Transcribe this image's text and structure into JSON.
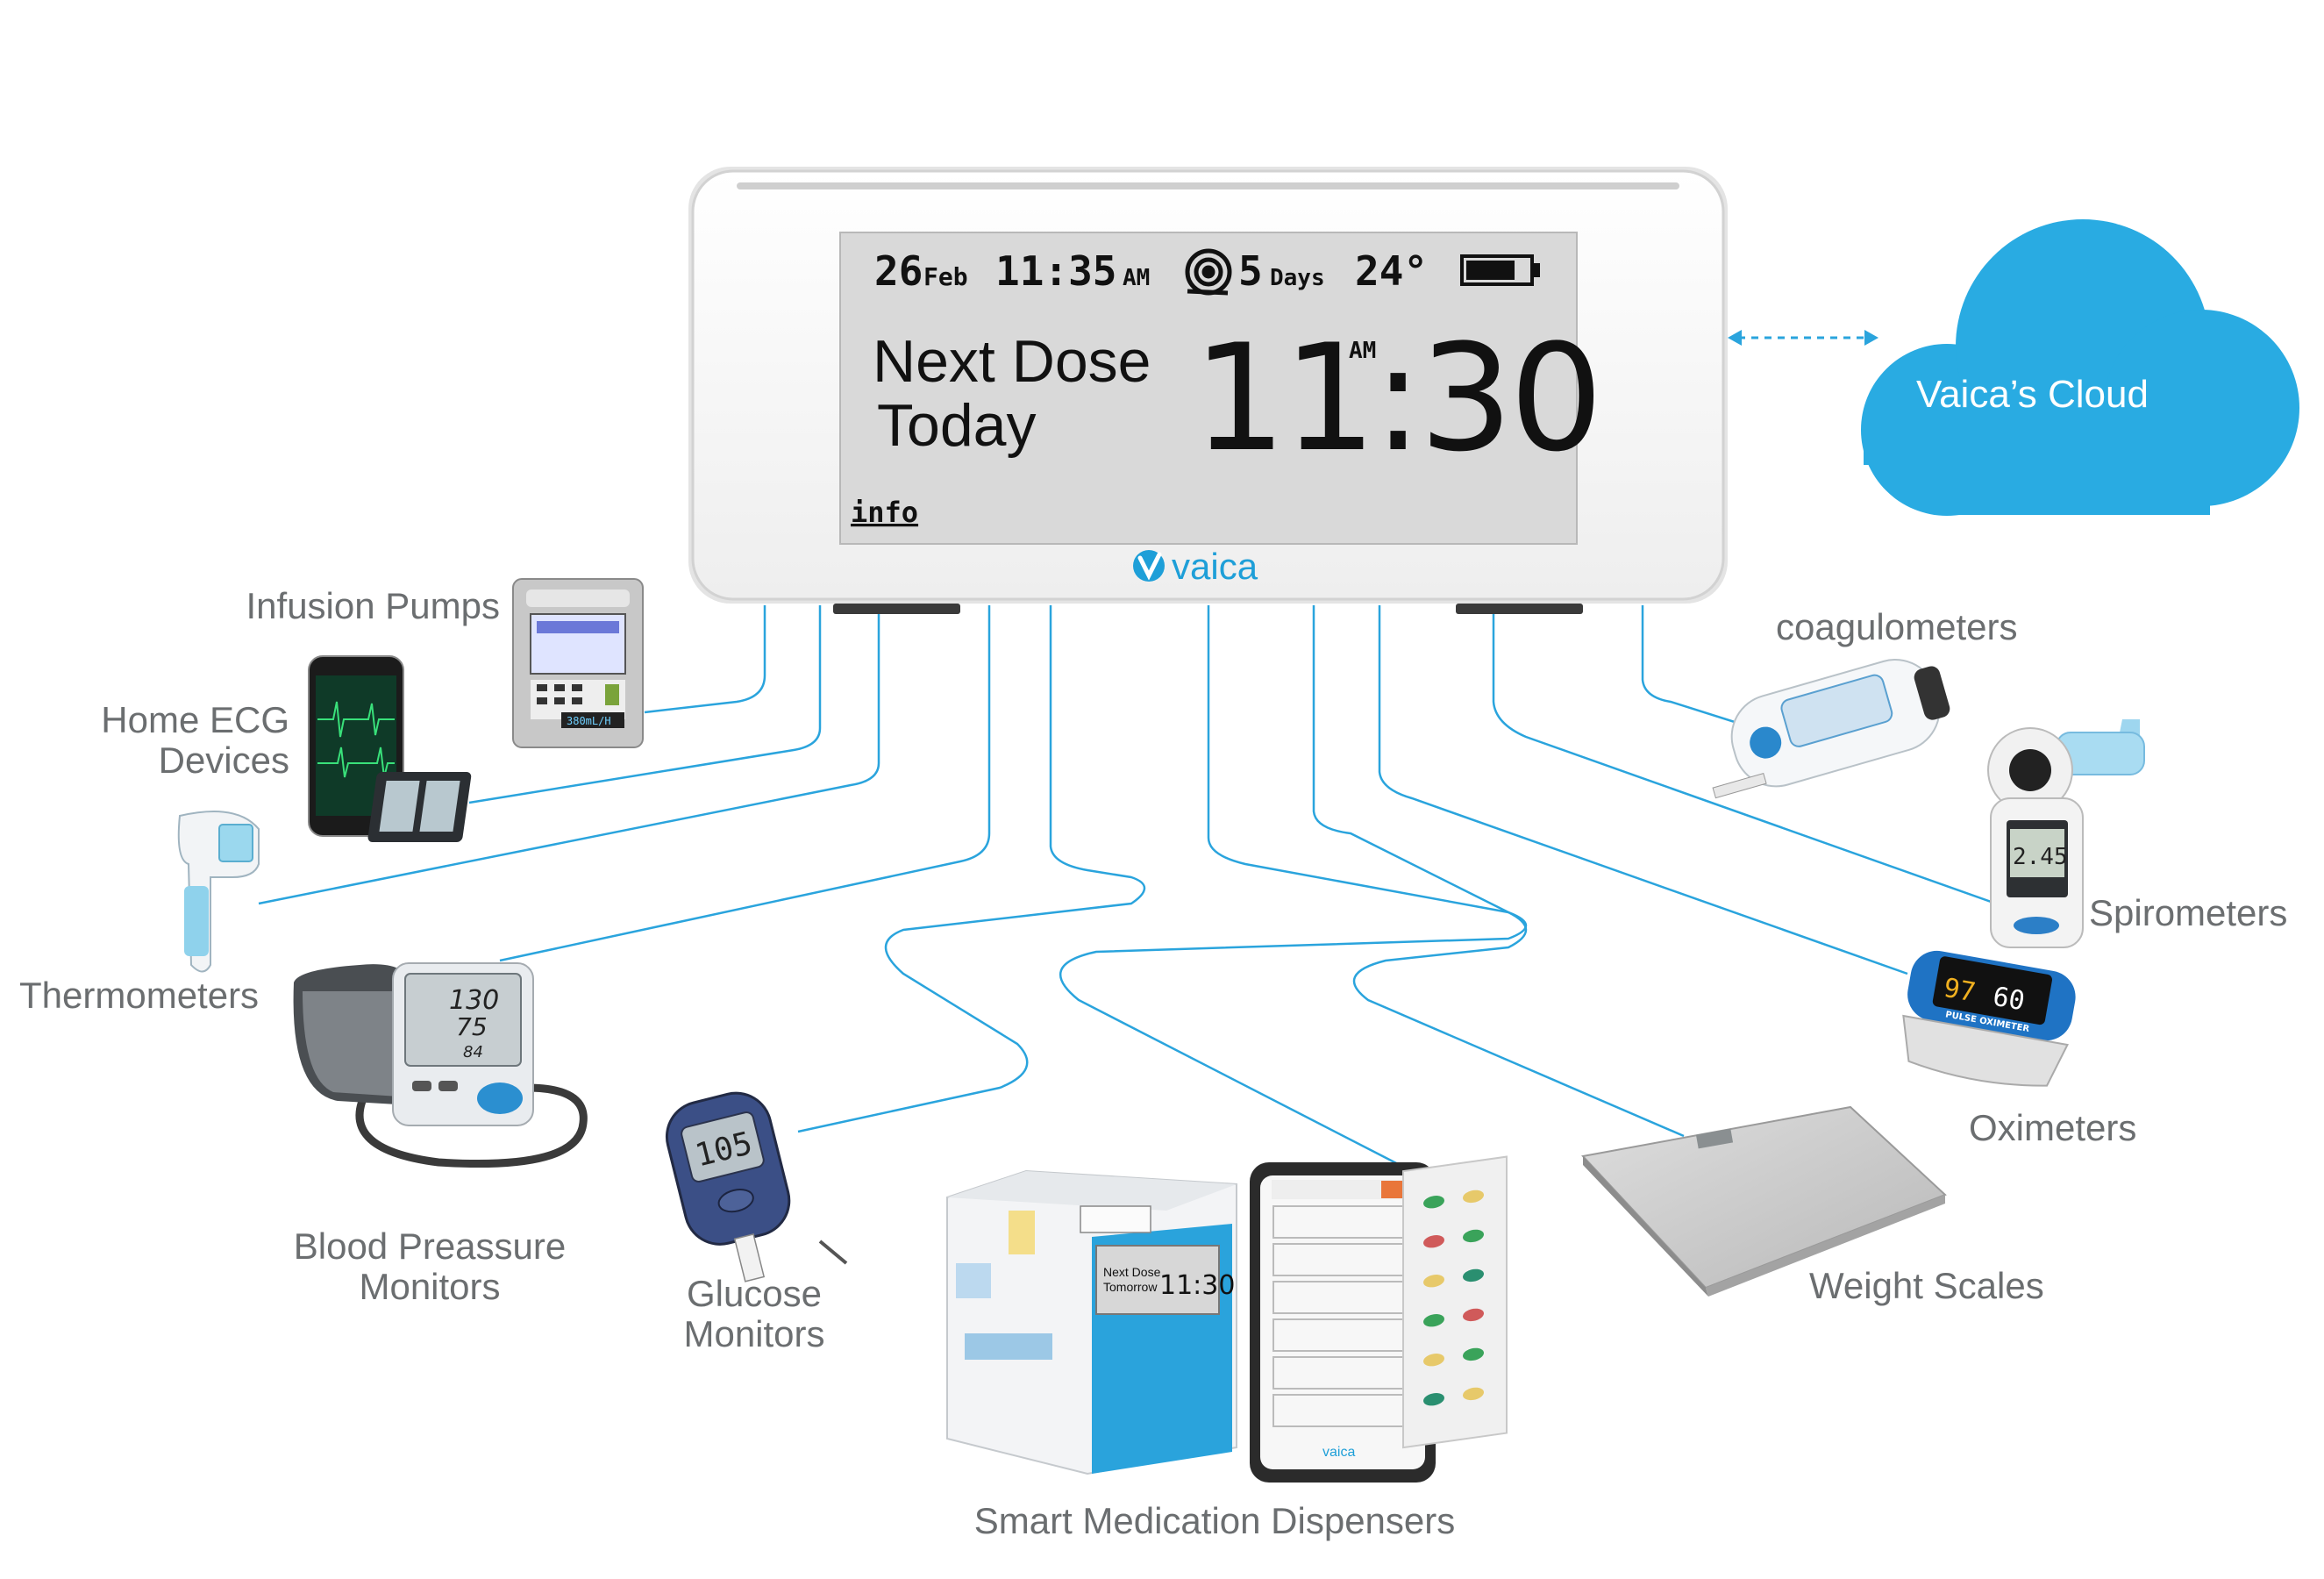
{
  "hub": {
    "date_day": "26",
    "date_month": "Feb",
    "time": "11:35",
    "time_suffix": "AM",
    "days_count": "5",
    "days_label": "Days",
    "temperature": "24°",
    "next_dose_line1": "Next Dose",
    "next_dose_line2": "Today",
    "dose_time": "11:30",
    "dose_ampm": "AM",
    "info_label": "info",
    "brand": "vaica"
  },
  "cloud": {
    "label": "Vaica’s Cloud"
  },
  "devices": {
    "infusion_pumps": "Infusion Pumps",
    "home_ecg_1": "Home ECG",
    "home_ecg_2": "Devices",
    "thermometers": "Thermometers",
    "bp_1": "Blood Preassure",
    "bp_2": "Monitors",
    "glucose_1": "Glucose",
    "glucose_2": "Monitors",
    "dispensers": "Smart Medication Dispensers",
    "coagulometers": "coagulometers",
    "spirometers": "Spirometers",
    "oximeters": "Oximeters",
    "weight_scales": "Weight Scales"
  },
  "mini_displays": {
    "bp_sys": "130",
    "bp_dia": "75",
    "bp_pulse": "84",
    "glucose_value": "105",
    "spiro_value": "2.45",
    "oxi_spo2": "97",
    "oxi_pr": "60",
    "oxi_label": "PULSE OXIMETER",
    "dispenser_line1": "Next Dose",
    "dispenser_line2": "Tomorrow",
    "dispenser_time": "11:30",
    "dispenser_brand": "vaica",
    "pump_rate": "380mL/H"
  },
  "colors": {
    "connector": "#2aa4dd",
    "cloud": "#29abe2",
    "label_text": "#6b6e70",
    "screen": "#d9d9d9",
    "brand": "#1e9fd8"
  }
}
